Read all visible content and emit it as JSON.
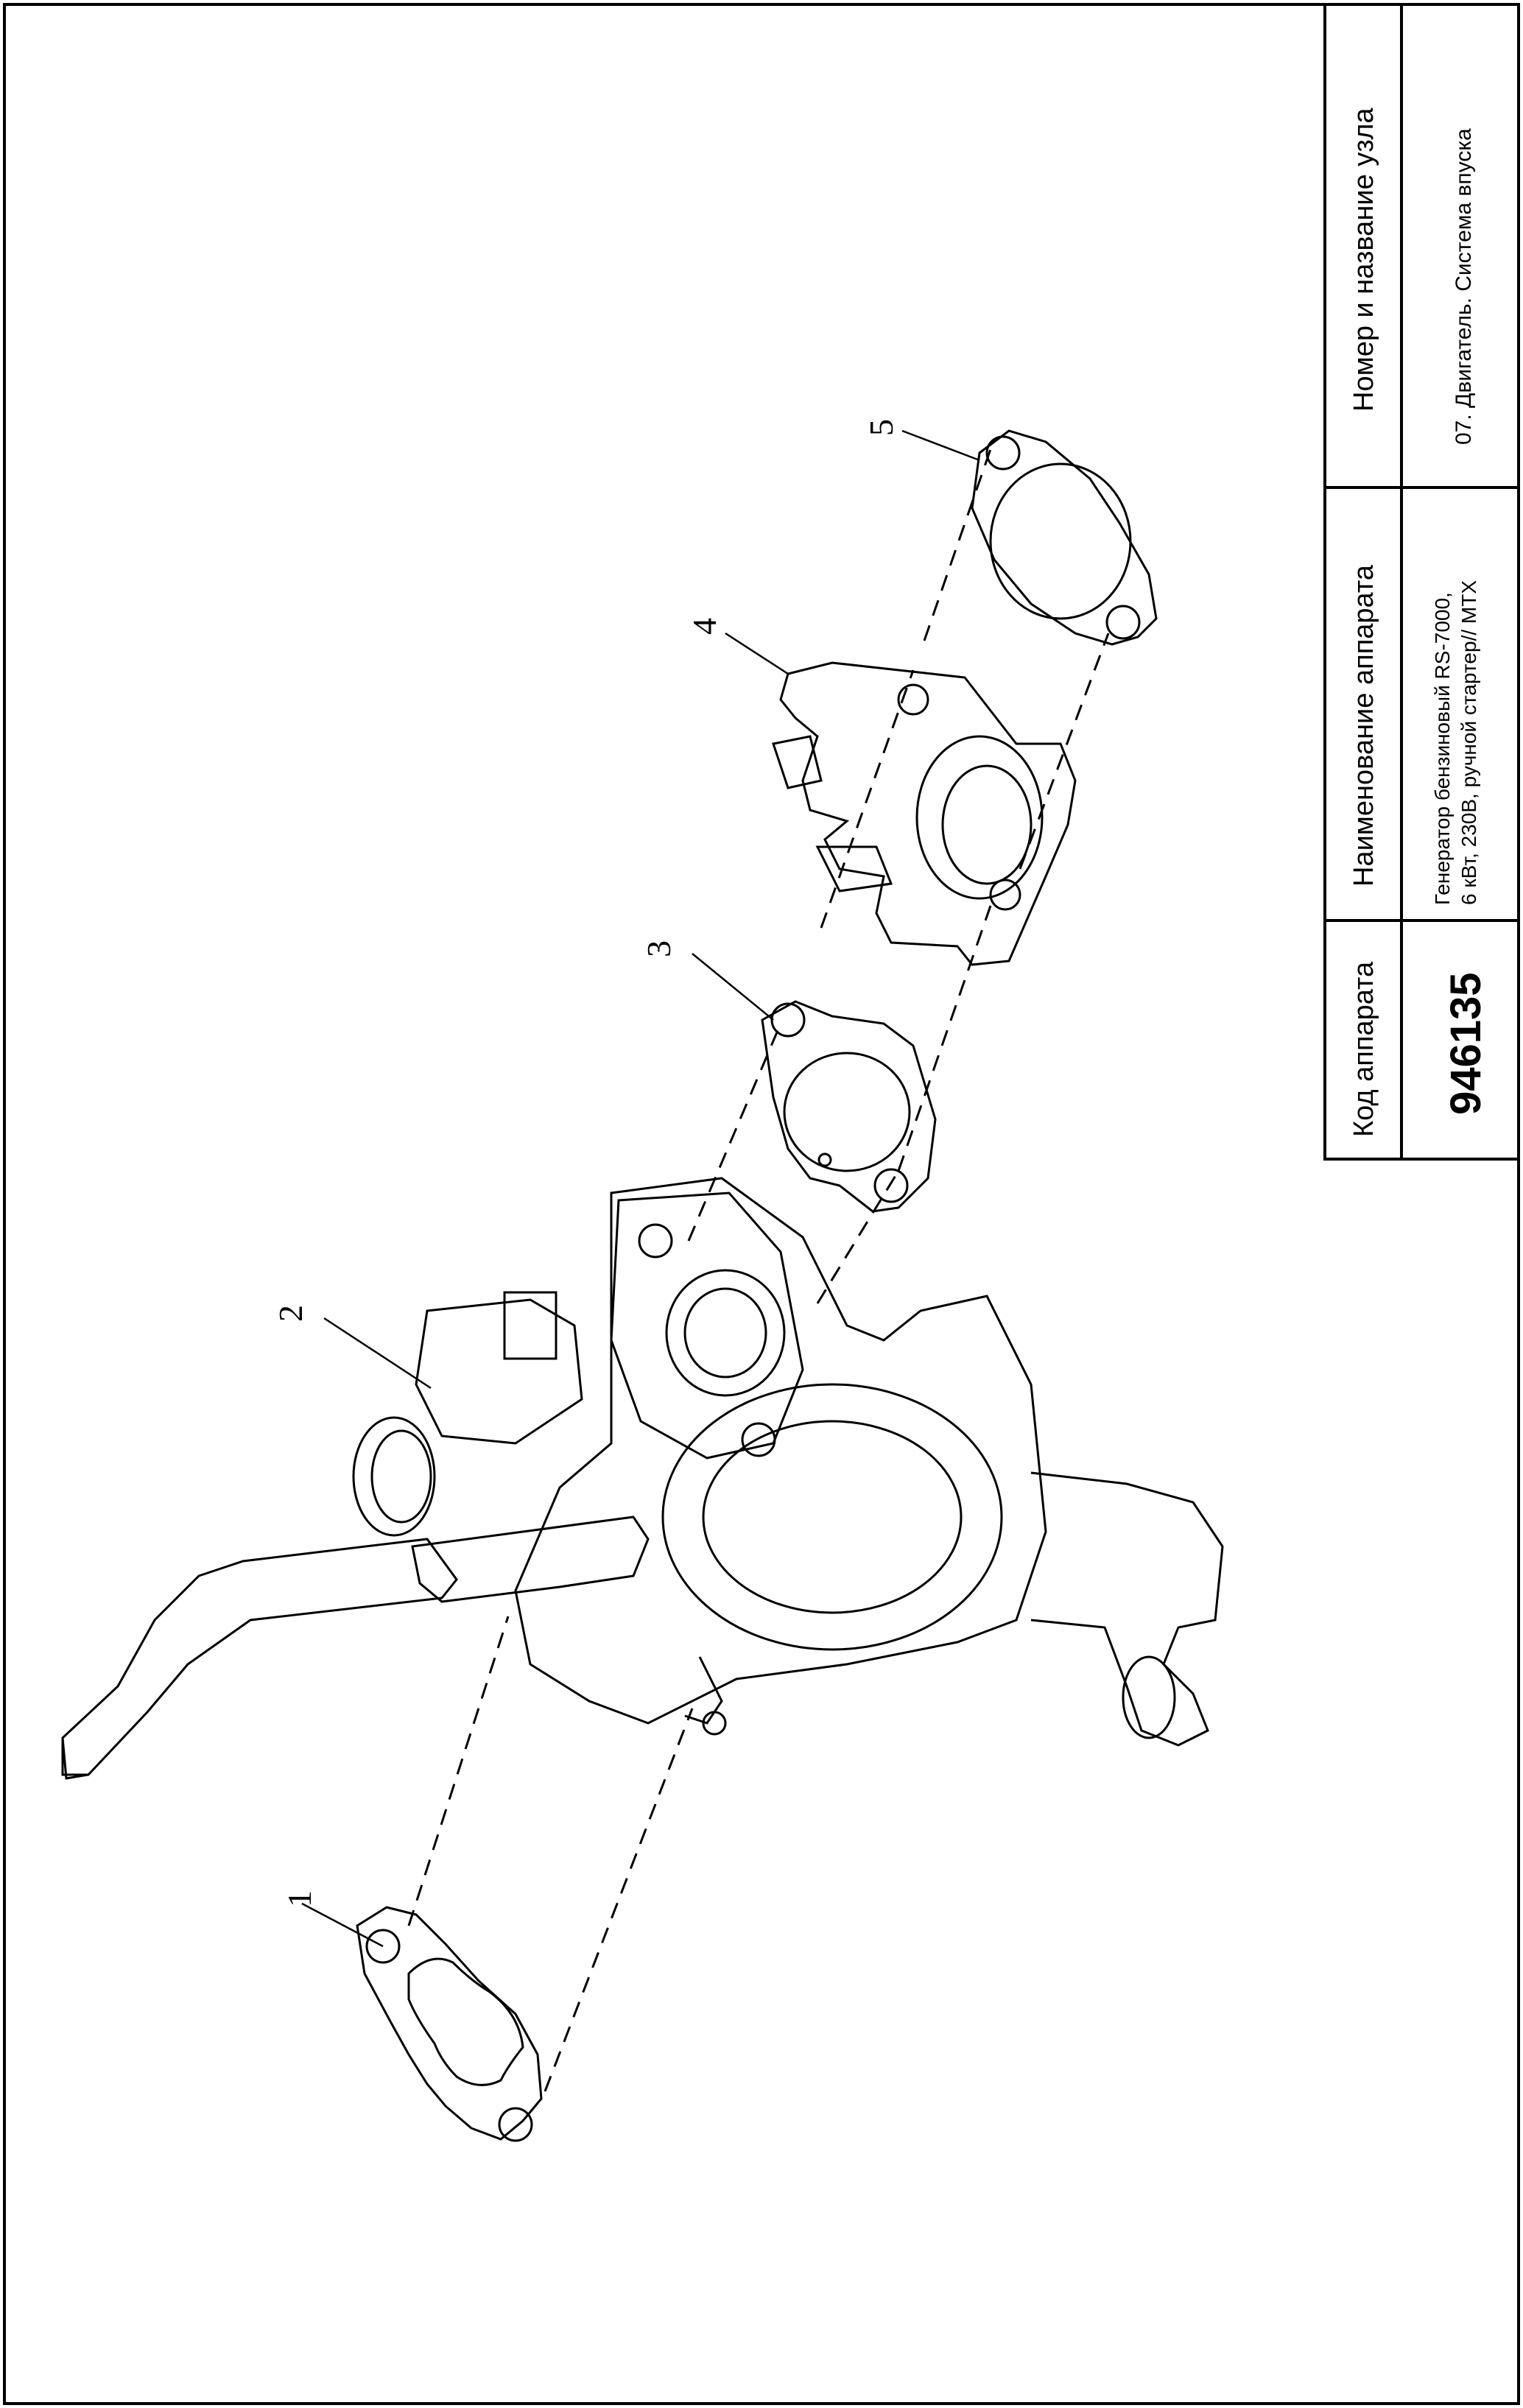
{
  "title_block": {
    "headers": {
      "code": "Код аппарата",
      "name": "Наименование аппарата",
      "node": "Номер и название узла"
    },
    "values": {
      "code": "946135",
      "name_line1": "Генератор бензиновый RS-7000,",
      "name_line2": "6 кВт, 230В, ручной стартер// MTX",
      "node": "07. Двигатель. Система впуска"
    }
  },
  "callouts": [
    "1",
    "2",
    "3",
    "4",
    "5"
  ],
  "parts": [
    "gasket",
    "carburetor",
    "gasket",
    "insulator",
    "gasket"
  ]
}
